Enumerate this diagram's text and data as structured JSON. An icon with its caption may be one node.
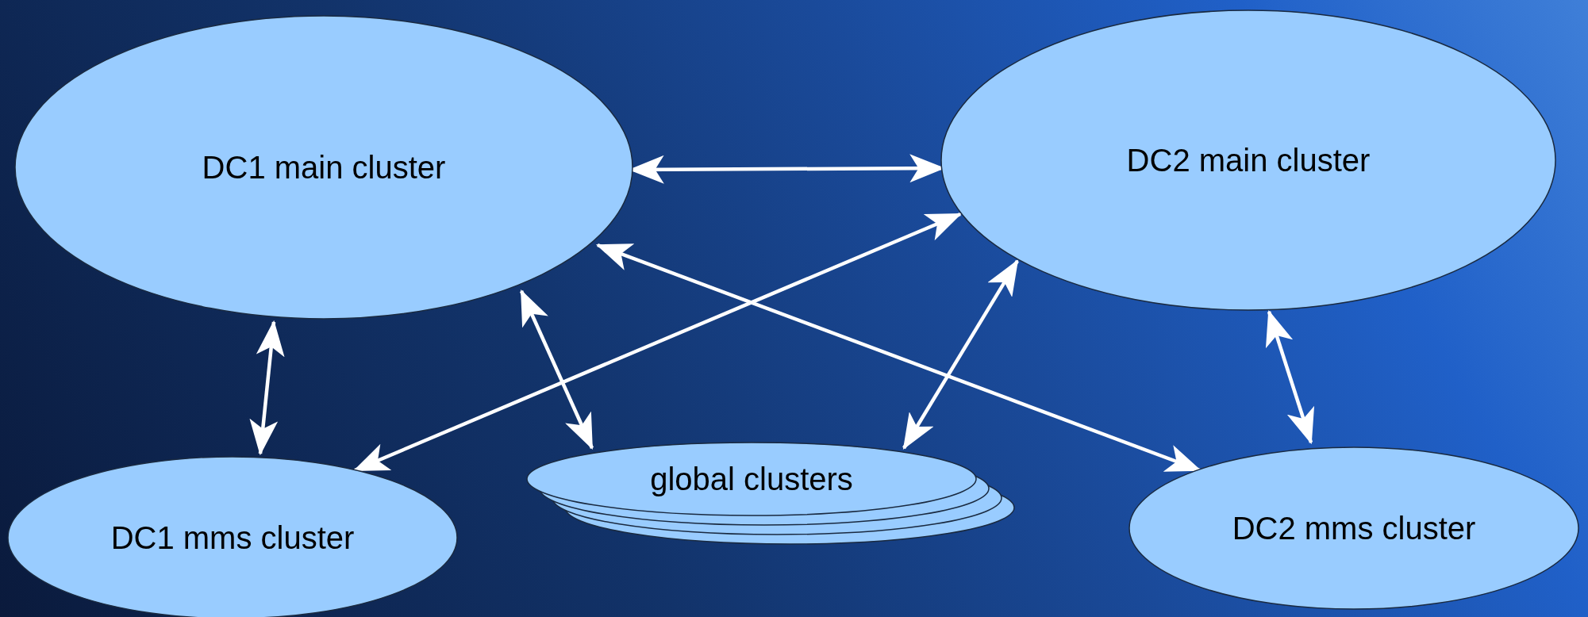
{
  "diagram": {
    "nodes": [
      {
        "text": [
          "DC1 main cluster"
        ]
      },
      {
        "text": [
          "DC2 main cluster"
        ]
      },
      {
        "text": [
          "DC1 mms cluster"
        ]
      },
      {
        "text": [
          "global clusters"
        ]
      },
      {
        "text": [
          "DC2 mms cluster"
        ]
      }
    ],
    "edges": [
      {
        "from": 0,
        "to": 1,
        "arrow": "both"
      },
      {
        "from": 0,
        "to": 2,
        "arrow": "both"
      },
      {
        "from": 0,
        "to": 3,
        "arrow": "both"
      },
      {
        "from": 1,
        "to": 3,
        "arrow": "both"
      },
      {
        "from": 1,
        "to": 2,
        "arrow": "both"
      },
      {
        "from": 0,
        "to": 4,
        "arrow": "both"
      },
      {
        "from": 1,
        "to": 4,
        "arrow": "both"
      }
    ]
  }
}
